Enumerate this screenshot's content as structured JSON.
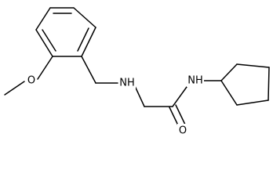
{
  "molecule": {
    "atoms": {
      "methoxy_o": "O",
      "amine_nh": "NH",
      "amide_nh": "NH",
      "carbonyl_o": "O"
    }
  }
}
